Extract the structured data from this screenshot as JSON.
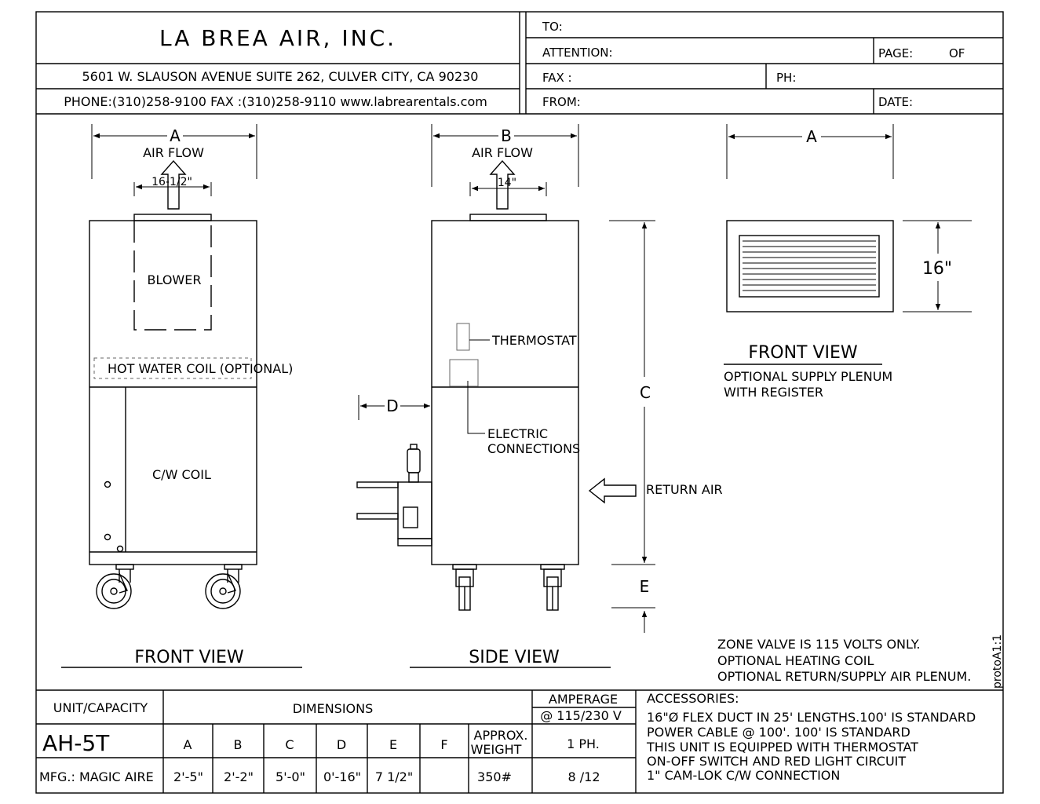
{
  "title_block": {
    "company": "LA BREA AIR, INC.",
    "address": "5601 W. SLAUSON AVENUE SUITE 262,  CULVER CITY, CA 90230",
    "contact": "PHONE:(310)258-9100   FAX :(310)258-9110   www.labrearentals.com",
    "to_label": "TO:",
    "attention_label": "ATTENTION:",
    "page_label": "PAGE:",
    "of_label": "OF",
    "fax_label": "FAX :",
    "ph_label": "PH:",
    "from_label": "FROM:",
    "date_label": "DATE:"
  },
  "front_view": {
    "dim_a": "A",
    "air_flow": "AIR FLOW",
    "outlet_dim": "16-1/2\"",
    "blower": "BLOWER",
    "hot_water_coil": "HOT WATER COIL (OPTIONAL)",
    "cw_coil": "C/W COIL",
    "caption": "FRONT VIEW"
  },
  "side_view": {
    "dim_b": "B",
    "air_flow": "AIR FLOW",
    "outlet_dim": "14\"",
    "thermostat": "THERMOSTAT",
    "electric_line1": "ELECTRIC",
    "electric_line2": "CONNECTIONS",
    "dim_d": "D",
    "dim_c": "C",
    "dim_e": "E",
    "return_air": "RETURN AIR",
    "caption": "SIDE VIEW"
  },
  "plenum_view": {
    "dim_a": "A",
    "height": "16\"",
    "caption": "FRONT VIEW",
    "desc_line1": "OPTIONAL SUPPLY PLENUM",
    "desc_line2": "WITH REGISTER"
  },
  "notes": [
    "ZONE VALVE IS  115 VOLTS ONLY.",
    "OPTIONAL HEATING  COIL",
    "OPTIONAL RETURN/SUPPLY AIR PLENUM."
  ],
  "proto_label": "protoA1:1",
  "spec_table": {
    "unit_capacity_label": "UNIT/CAPACITY",
    "dimensions_label": "DIMENSIONS",
    "amperage_label": "AMPERAGE",
    "voltage": "@ 115/230 V",
    "phase": "1 PH.",
    "accessories_label": "ACCESSORIES:",
    "unit_model": "AH-5T",
    "mfg": "MFG.: MAGIC AIRE",
    "dim_headers": [
      "A",
      "B",
      "C",
      "D",
      "E",
      "F"
    ],
    "weight_label_1": "APPROX.",
    "weight_label_2": "WEIGHT",
    "dim_values": [
      "2'-5\"",
      "2'-2\"",
      "5'-0\"",
      "0'-16\"",
      "7 1/2\"",
      ""
    ],
    "weight": "350#",
    "amps": "8 /12",
    "accessories": [
      "16\"Ø FLEX DUCT IN 25' LENGTHS.100' IS STANDARD",
      "POWER CABLE @ 100'. 100' IS STANDARD",
      "THIS UNIT IS EQUIPPED WITH THERMOSTAT",
      "ON-OFF SWITCH AND RED LIGHT CIRCUIT",
      "1\" CAM-LOK  C/W CONNECTION"
    ]
  }
}
